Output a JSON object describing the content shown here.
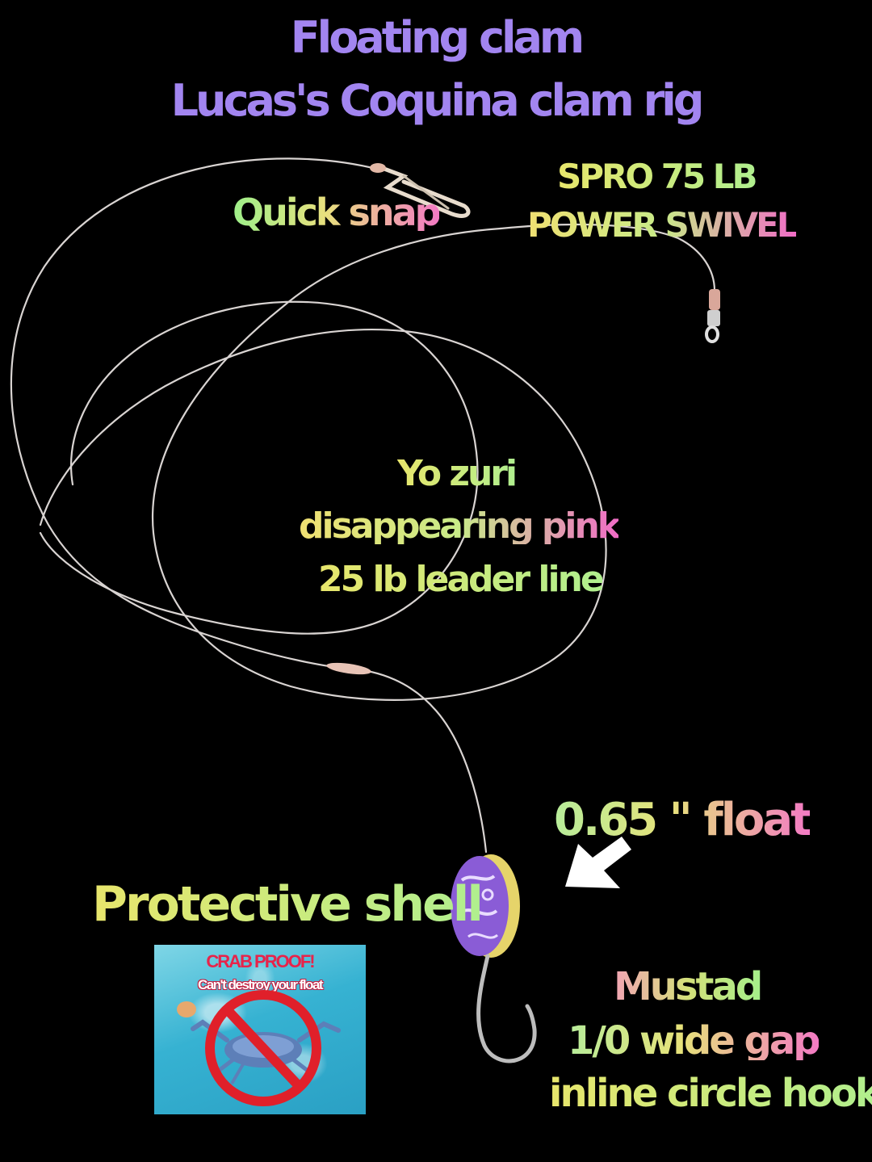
{
  "title": {
    "line1": "Floating clam",
    "line2": "Lucas's Coquina clam rig"
  },
  "labels": {
    "quick_snap": "Quick snap",
    "swivel_line1": "SPRO 75 LB",
    "swivel_line2": "POWER SWIVEL",
    "leader_line1": "Yo zuri",
    "leader_line2": "disappearing pink",
    "leader_line3": "25 lb leader line",
    "float": "0.65 \" float",
    "protective_shell": "Protective shell",
    "hook_line1": "Mustad",
    "hook_line2": "1/0 wide gap",
    "hook_line3": "inline circle hook"
  },
  "crab_card": {
    "title": "CRAB PROOF!",
    "subtitle": "Can't destroy your float"
  },
  "colors": {
    "background": "#000000",
    "title": "#a285f0",
    "float_body": "#8a5cd6",
    "float_shell": "#e6d46a",
    "line": "#d8d8d8",
    "no_sign": "#e0202a"
  },
  "icons": [
    "arrow-icon",
    "crab-icon",
    "no-sign-icon",
    "snap-icon",
    "swivel-icon",
    "float-icon",
    "hook-icon"
  ]
}
